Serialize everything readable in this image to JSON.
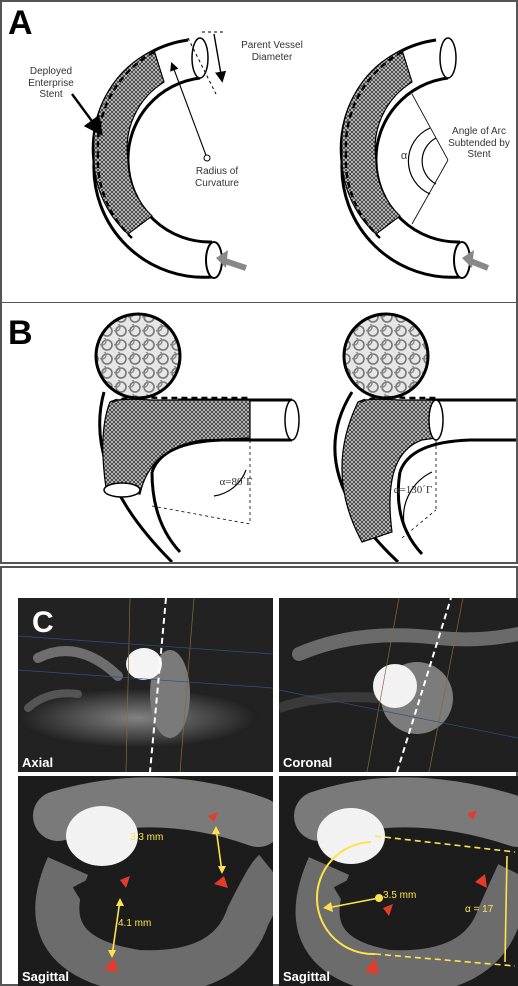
{
  "panel_a": {
    "label": "A",
    "annotations": {
      "parent_vessel_diameter": "Parent Vessel Diameter",
      "deployed_stent": "Deployed Enterprise Stent",
      "radius_of_curvature": "Radius of Curvature",
      "angle_of_arc": "Angle of Arc Subtended by Stent",
      "alpha": "α"
    }
  },
  "panel_b": {
    "label": "B",
    "angle_left": "α=80΄Γ",
    "angle_right": "α=130΄Γ"
  },
  "panel_c": {
    "label": "C",
    "views": {
      "top_left": "Axial",
      "top_right": "Coronal",
      "bottom_left": "Sagittal",
      "bottom_right": "Sagittal"
    },
    "measurements": {
      "upper_diameter": "3.3 mm",
      "lower_diameter": "4.1 mm",
      "radius": "3.5 mm",
      "angle": "α = 17"
    }
  },
  "colors": {
    "measure_yellow": "#ffe24a",
    "arrowhead_red": "#e53b2a"
  }
}
